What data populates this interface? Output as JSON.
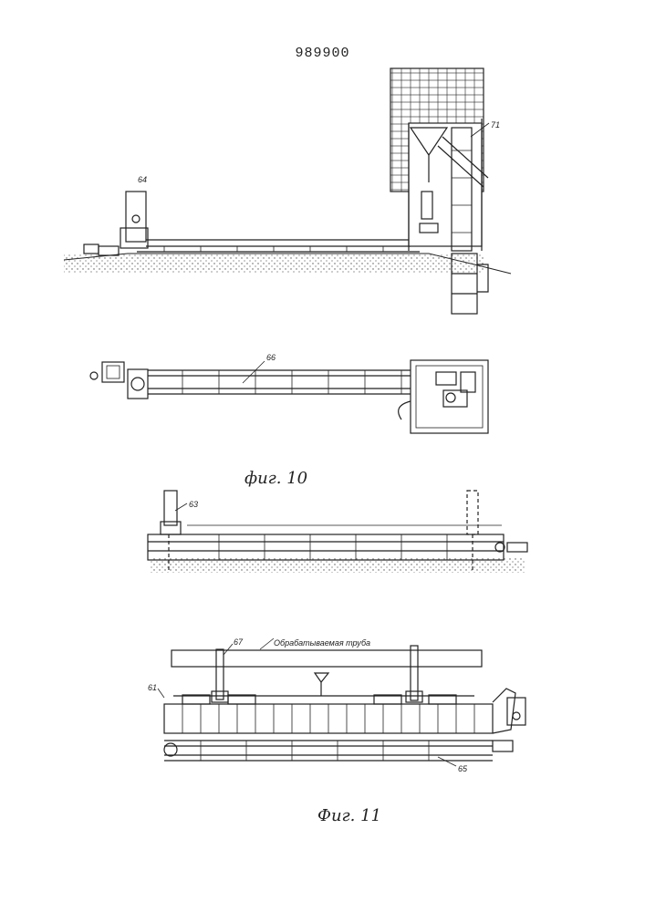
{
  "page_number": "989900",
  "figures": {
    "fig10": {
      "caption": "фиг. 10",
      "refs": [
        "64",
        "71",
        "66"
      ]
    },
    "fig11": {
      "caption": "Фиг. 11",
      "refs": [
        "63",
        "67",
        "61",
        "65"
      ],
      "annotation": "Обрабатываемая труба"
    }
  },
  "colors": {
    "ink": "#222222",
    "paper": "#ffffff",
    "soil": "#555555"
  }
}
